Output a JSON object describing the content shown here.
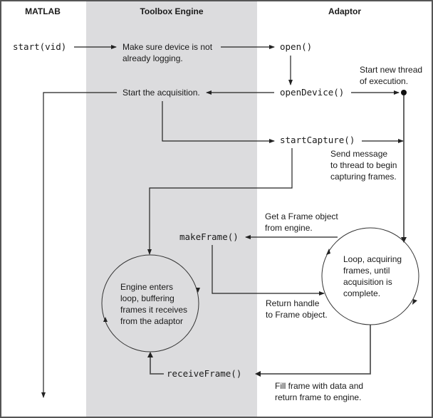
{
  "columns": {
    "matlab": "MATLAB",
    "engine": "Toolbox Engine",
    "adaptor": "Adaptor"
  },
  "colors": {
    "engine_band": "#dcdcde",
    "border": "#555555",
    "line": "#222222"
  },
  "functions": {
    "start": "start(vid)",
    "open": "open()",
    "openDevice": "openDevice()",
    "startCapture": "startCapture()",
    "makeFrame": "makeFrame()",
    "receiveFrame": "receiveFrame()"
  },
  "notes": {
    "make_sure": [
      "Make sure device is not",
      "already logging."
    ],
    "start_acq": [
      "Start the acquisition."
    ],
    "new_thread": [
      "Start new thread",
      "of execution."
    ],
    "send_msg": [
      "Send message",
      "to thread to begin",
      "capturing frames."
    ],
    "get_frame": [
      "Get a Frame object",
      "from engine."
    ],
    "return_handle": [
      "Return handle",
      "to Frame object."
    ],
    "fill_frame": [
      "Fill frame with data and",
      "return frame to engine."
    ],
    "engine_loop": [
      "Engine enters",
      "loop, buffering",
      "frames it receives",
      "from the adaptor"
    ],
    "adaptor_loop": [
      "Loop, acquiring",
      "frames, until",
      "acquisition is",
      "complete."
    ]
  }
}
